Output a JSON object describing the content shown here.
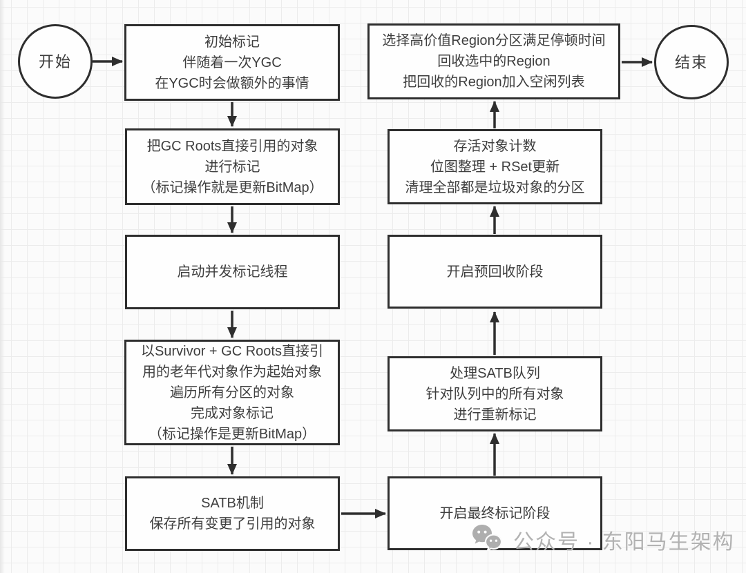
{
  "colors": {
    "canvas-bg": "#fbfbfb",
    "grid-line": "#ececec",
    "node-bg": "#fefefe",
    "node-border": "#2e2e2e",
    "node-text": "#3e3e3e",
    "arrow": "#2e2e2e",
    "watermark": "#b2b2b2"
  },
  "terminals": {
    "start": "开始",
    "end": "结束"
  },
  "nodes": [
    {
      "id": "initial-mark",
      "text": "初始标记\n伴随着一次YGC\n在YGC时会做额外的事情"
    },
    {
      "id": "mark-gc-roots",
      "text": "把GC Roots直接引用的对象\n进行标记\n（标记操作就是更新BitMap）"
    },
    {
      "id": "start-concurrent-mark",
      "text": "启动并发标记线程"
    },
    {
      "id": "concurrent-traverse",
      "text": "以Survivor + GC Roots直接引\n用的老年代对象作为起始对象\n遍历所有分区的对象\n完成对象标记\n（标记操作是更新BitMap）"
    },
    {
      "id": "satb-mechanism",
      "text": "SATB机制\n保存所有变更了引用的对象"
    },
    {
      "id": "final-mark-phase",
      "text": "开启最终标记阶段"
    },
    {
      "id": "process-satb-queue",
      "text": "处理SATB队列\n针对队列中的所有对象\n进行重新标记"
    },
    {
      "id": "pre-reclaim-phase",
      "text": "开启预回收阶段"
    },
    {
      "id": "live-object-count",
      "text": "存活对象计数\n位图整理 + RSet更新\n清理全部都是垃圾对象的分区"
    },
    {
      "id": "select-regions",
      "text": "选择高价值Region分区满足停顿时间\n回收选中的Region\n把回收的Region加入空闲列表"
    }
  ],
  "watermark": {
    "label": "公众号 · 东阳马生架构",
    "icon": "wechat-icon"
  }
}
